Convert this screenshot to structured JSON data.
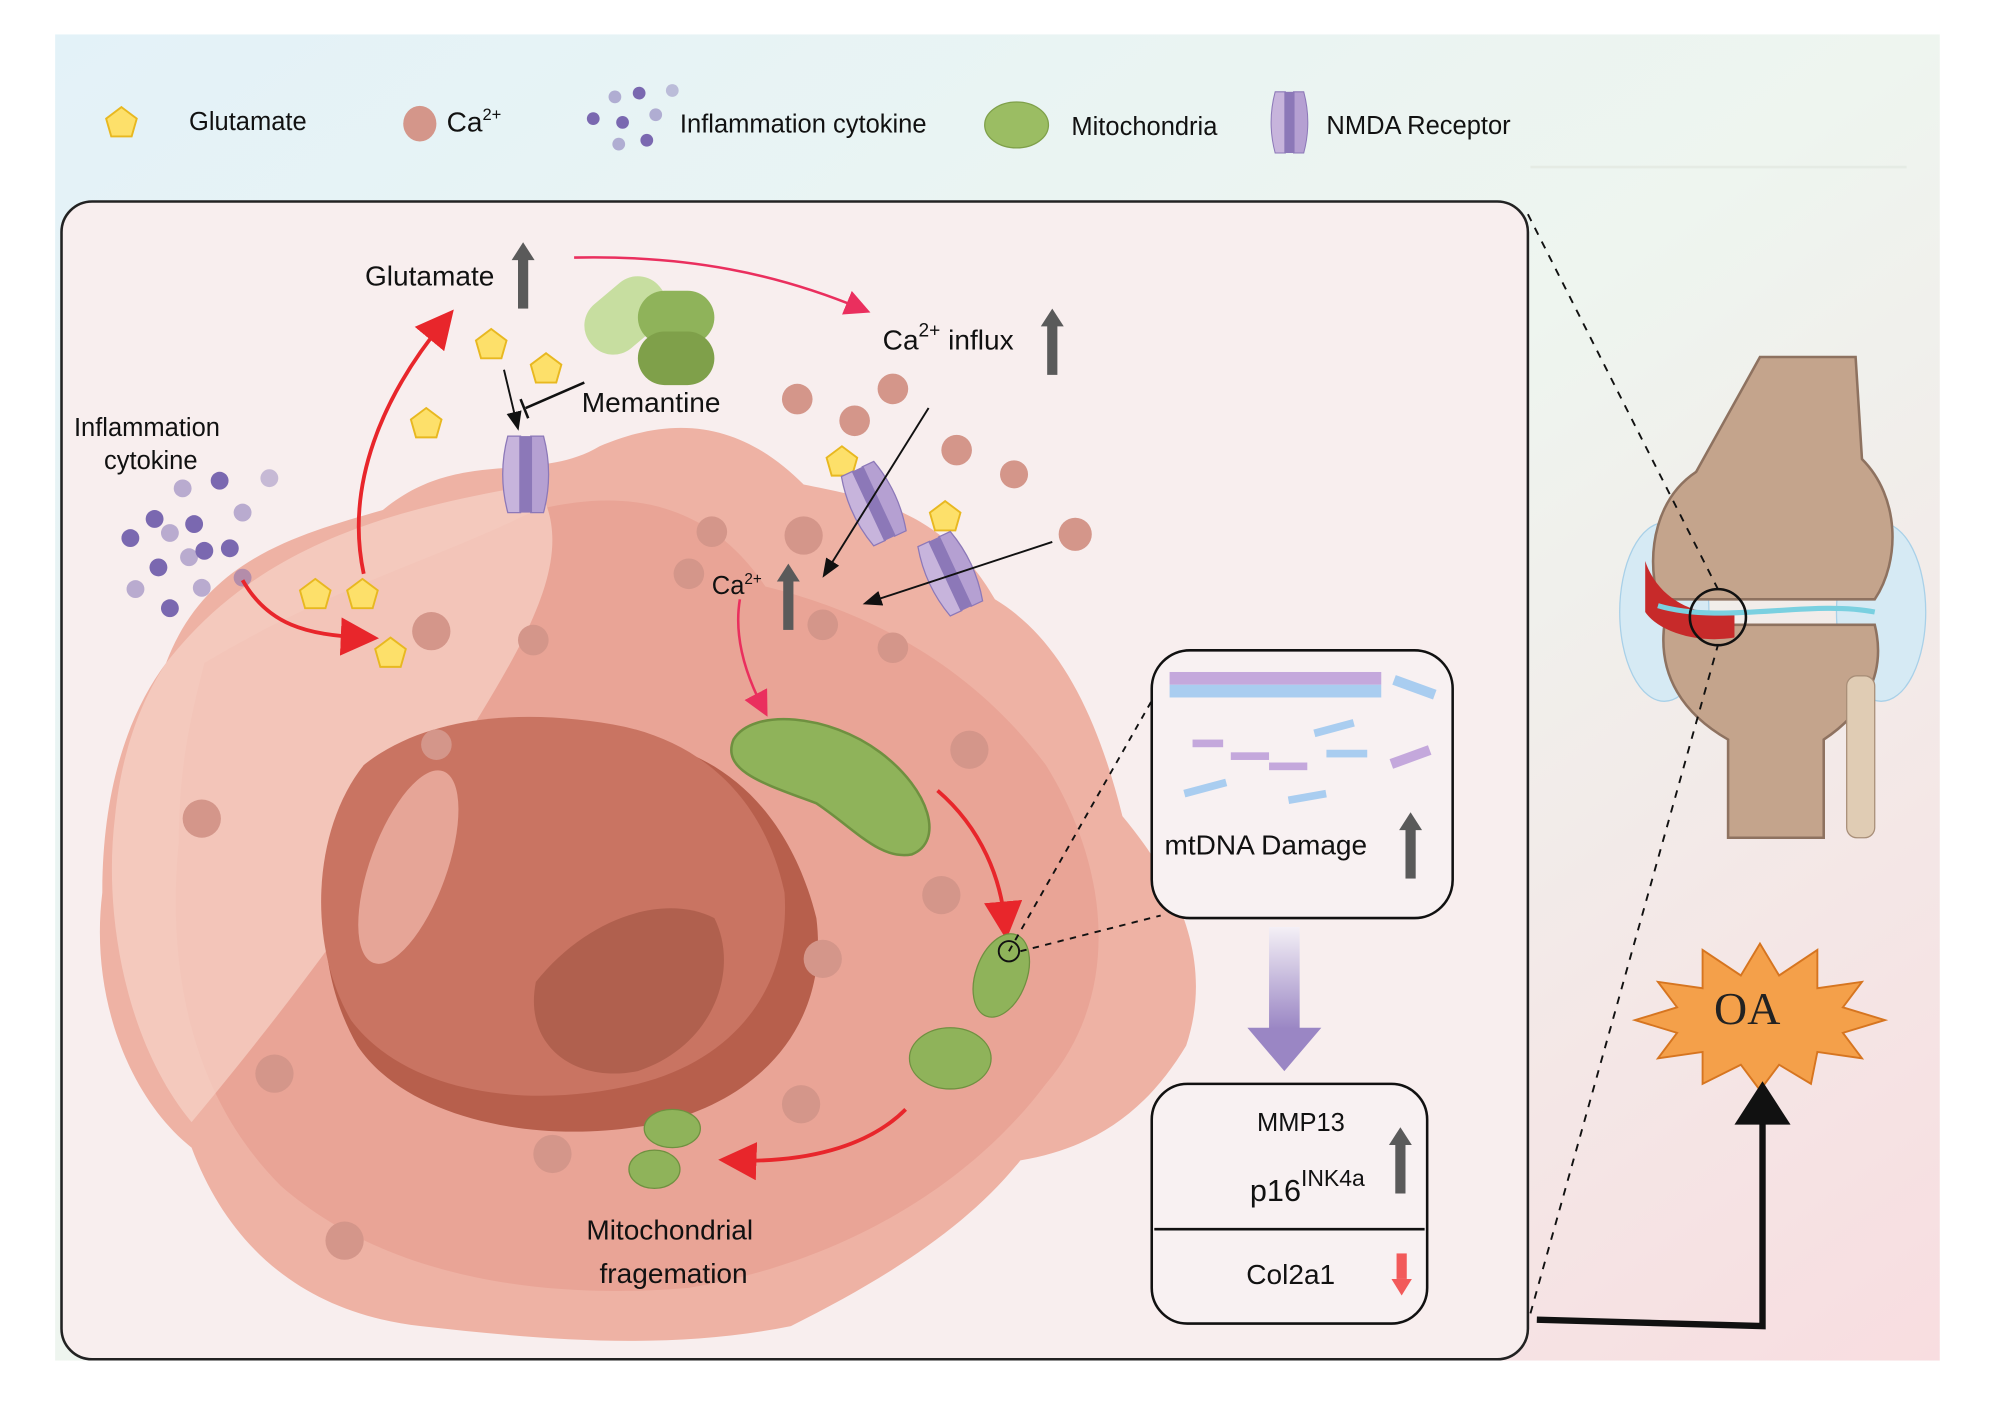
{
  "legend": {
    "glutamate": "Glutamate",
    "calcium": "Ca",
    "calcium_sup": "2+",
    "cytokine": "Inflammation cytokine",
    "mitochondria": "Mitochondria",
    "nmda": "NMDA Receptor"
  },
  "cell": {
    "glutamate": "Glutamate",
    "memantine": "Memantine",
    "ca_influx_pre": "Ca",
    "ca_influx_sup": "2+",
    "ca_influx_post": " influx",
    "ca": "Ca",
    "ca_sup": "2+",
    "cytokine_line1": "Inflammation",
    "cytokine_line2": "cytokine",
    "frag_line1": "Mitochondrial",
    "frag_line2": "fragemation"
  },
  "mtdna_box": {
    "label": "mtDNA Damage"
  },
  "markers_box": {
    "mmp13": "MMP13",
    "p16": "p16",
    "p16_sup": "INK4a",
    "col2a1": "Col2a1"
  },
  "oa": {
    "label": "OA"
  },
  "colors": {
    "up_arrow": "#5a5a5a",
    "down_arrow": "#f25a5a",
    "red_arrow": "#e8262b",
    "glutamate": "#fde06a",
    "calcium": "#d4968a",
    "cytokine": "#7a68b0",
    "mitochondria": "#8fb35a",
    "oa_star": "#f4a04a"
  }
}
